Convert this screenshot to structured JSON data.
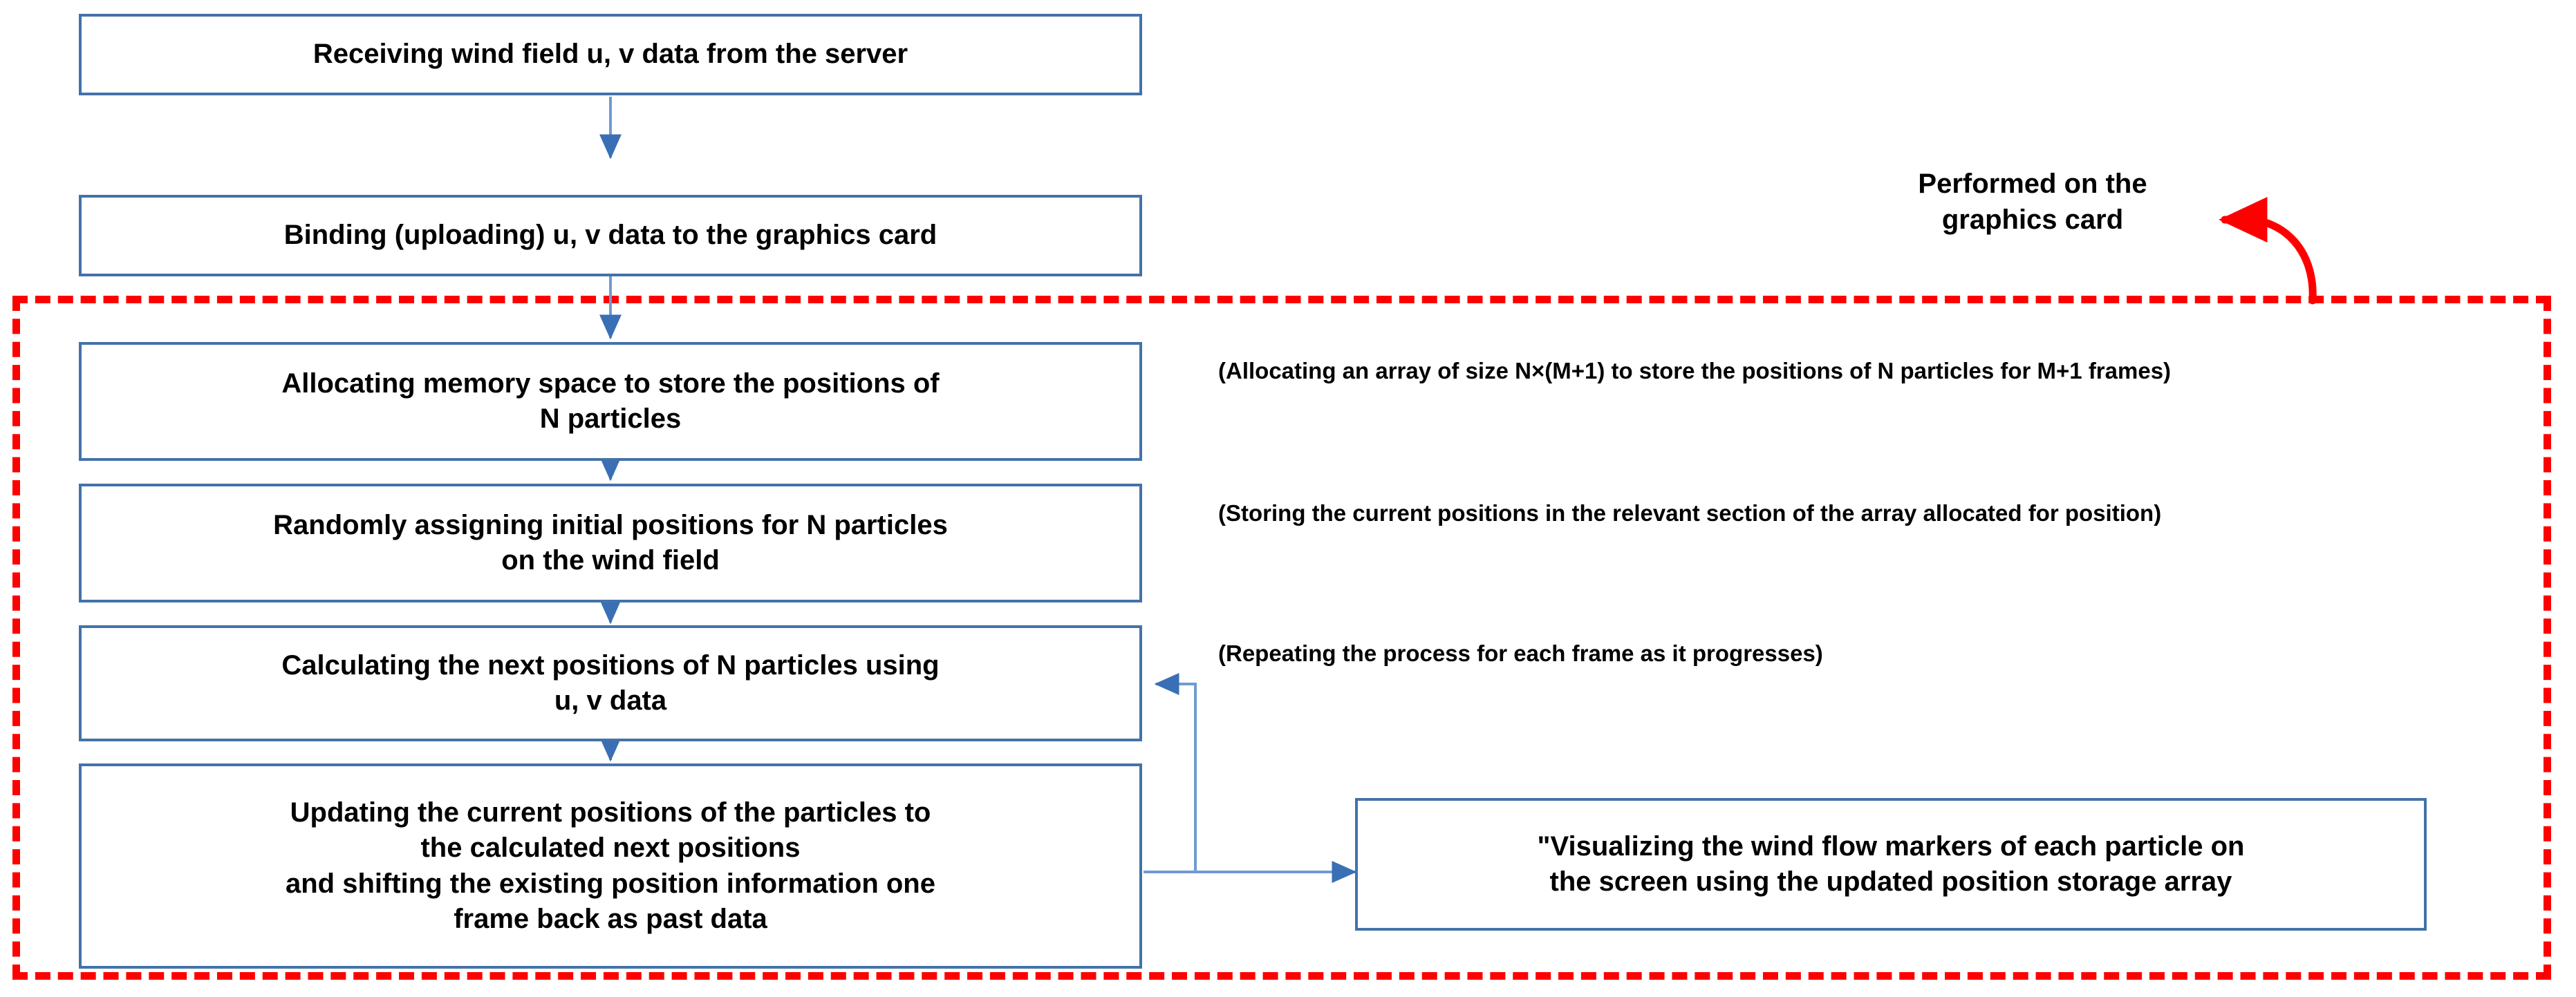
{
  "diagram": {
    "title": "Wind field particle animation pipeline flowchart",
    "colors": {
      "box_border": "#4472a8",
      "connector": "#6f9bd1",
      "arrowhead": "#3a6fb5",
      "region_border": "#ff0000",
      "text": "#000000",
      "background": "#ffffff"
    }
  },
  "steps": [
    {
      "id": "step-1",
      "label": "Receiving wind field u, v data from the server"
    },
    {
      "id": "step-2",
      "label": "Binding (uploading) u, v data to the graphics card"
    },
    {
      "id": "step-3",
      "label": "Allocating memory space to store the positions of\nN particles"
    },
    {
      "id": "step-4",
      "label": "Randomly assigning initial positions for N particles\non the wind field"
    },
    {
      "id": "step-5",
      "label": "Calculating the next positions of N particles using\nu, v data"
    },
    {
      "id": "step-6",
      "label": "Updating the current positions of the particles to\nthe calculated next positions\nand shifting the existing position information one\nframe back as past data"
    }
  ],
  "output_box": {
    "id": "step-7",
    "label": "\"Visualizing the wind flow markers of each particle on\nthe screen using the updated position storage array"
  },
  "notes": [
    {
      "id": "note-1",
      "text": "(Allocating an array of size N×(M+1) to store the positions of N particles for M+1 frames)"
    },
    {
      "id": "note-2",
      "text": "(Storing the current positions in the relevant section of the array allocated for position)"
    },
    {
      "id": "note-3",
      "text": "(Repeating the process for each frame as it progresses)"
    }
  ],
  "region": {
    "id": "gpu-region",
    "label": "Performed on the\ngraphics card",
    "style": "red-dashed"
  }
}
